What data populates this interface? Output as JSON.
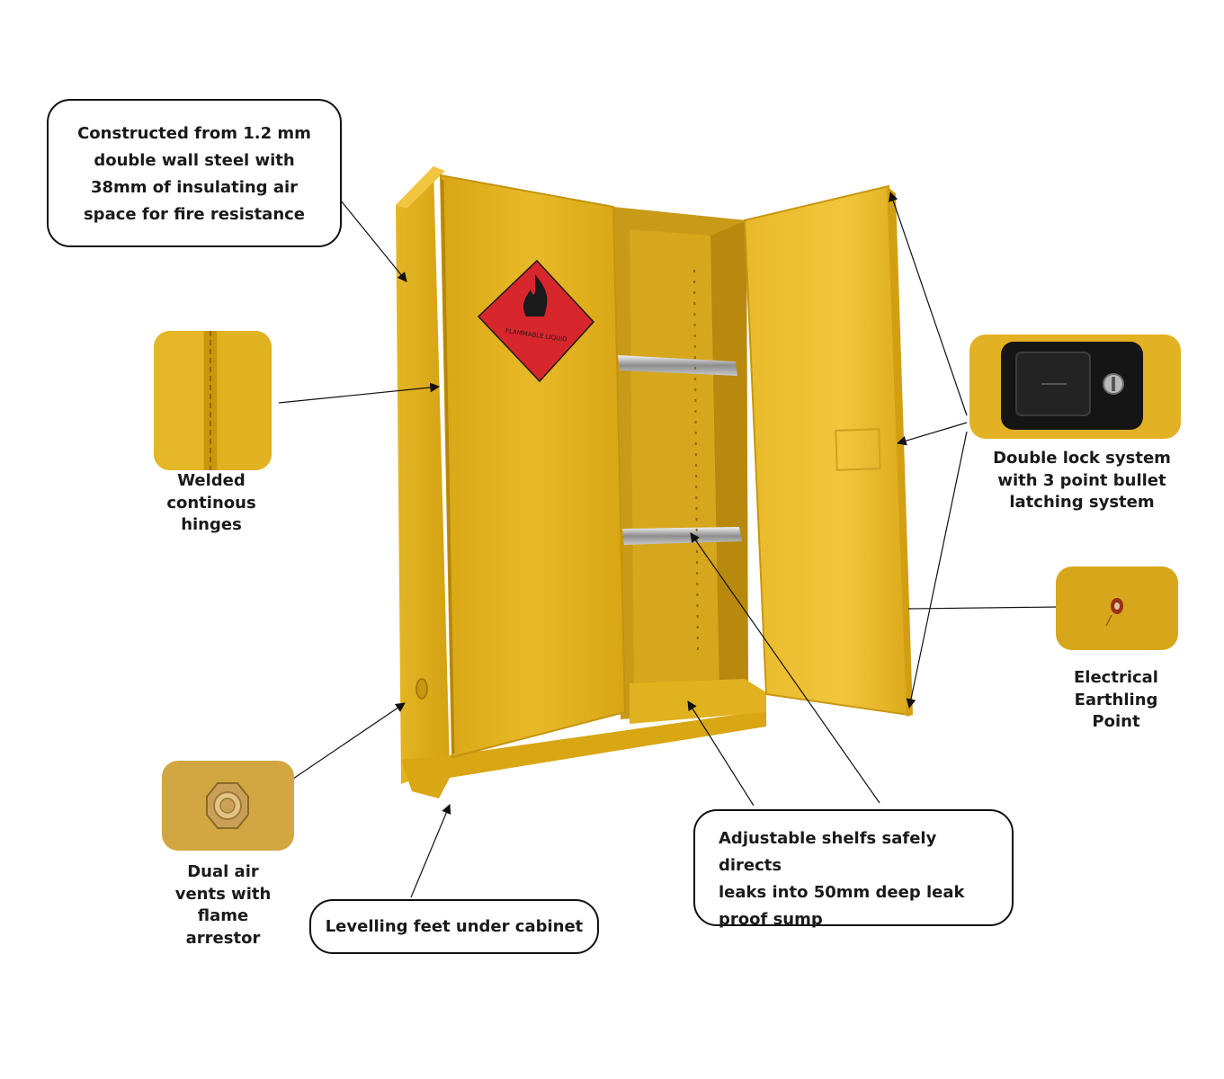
{
  "callouts": {
    "construction": [
      "Constructed from 1.2 mm",
      "double wall steel with",
      "38mm of insulating air",
      "space for fire resistance"
    ],
    "shelves": [
      "Adjustable shelfs safely directs",
      "leaks into 50mm deep leak",
      "proof sump"
    ],
    "feet": "Levelling feet under cabinet"
  },
  "captions": {
    "hinges": "Welded\ncontinous\nhinges",
    "lock": "Double lock system\nwith 3 point bullet\nlatching system",
    "earth": "Electrical\nEarthling\nPoint",
    "vents": "Dual air\nvents with\nflame\narrestor"
  },
  "hazard_label": "FLAMMABLE LIQUID",
  "colors": {
    "cabinet_yellow": "#e6b622",
    "hazard_red": "#d8262d",
    "outline": "#111111"
  }
}
